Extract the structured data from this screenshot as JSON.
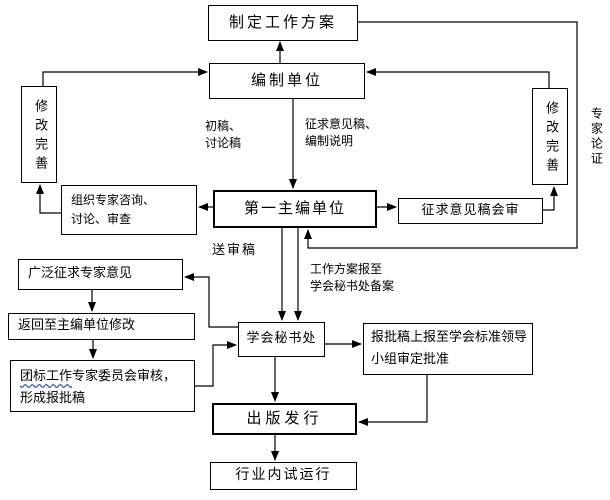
{
  "boxes": {
    "plan": "制定工作方案",
    "compile": "编制单位",
    "revise_left": "修改完善",
    "revise_right": "修改完善",
    "consult": "组织专家咨询、\n讨论、审查",
    "chief": "第一主编单位",
    "review": "征求意见稿会审",
    "broad": "广泛征求专家意见",
    "return": "返回至主编单位修改",
    "committee_flagged": "团标工作",
    "committee_rest": "专家委员会审核，\n形成报批稿",
    "secretariat": "学会秘书处",
    "approval": "报批稿上报至学会标准领导\n小组审定批准",
    "publish": "出版发行",
    "trial": "行业内试运行"
  },
  "edge_labels": {
    "draft": "初稿、\n讨论稿",
    "comment_draft": "征求意见稿、\n编制说明",
    "expert": "专家论证",
    "submit": "送审稿",
    "workplan": "工作方案报至\n学会秘书处备案"
  },
  "colors": {
    "line": "#000000",
    "box_border": "#000000",
    "background": "#ffffff",
    "squiggle_underline": "#3a5fcd"
  }
}
